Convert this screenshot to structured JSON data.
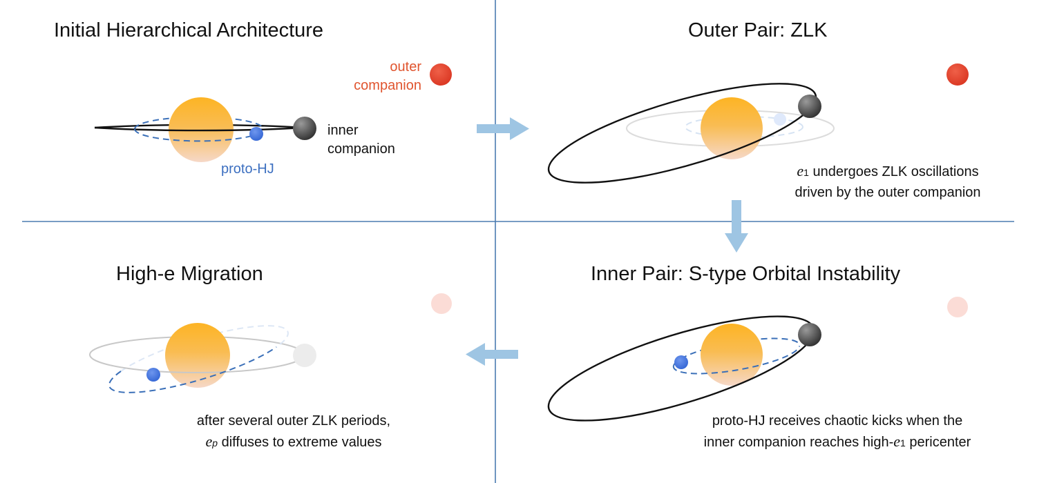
{
  "panels": {
    "top_left": {
      "title": "Initial Hierarchical Architecture"
    },
    "top_right": {
      "title": "Outer Pair: ZLK"
    },
    "bottom_right": {
      "title": "Inner Pair: S-type Orbital Instability"
    },
    "bottom_left": {
      "title": "High-e Migration"
    }
  },
  "labels": {
    "outer_companion_line1": "outer",
    "outer_companion_line2": "companion",
    "inner_companion_line1": "inner",
    "inner_companion_line2": "companion",
    "proto_hj": "proto-HJ"
  },
  "captions": {
    "zlk": {
      "var": "e",
      "sub": "1",
      "line1_rest": " undergoes ZLK oscillations",
      "line2": "driven by the outer companion"
    },
    "instability": {
      "line1": "proto-HJ receives chaotic kicks when the",
      "line2_pre": "inner companion reaches high-",
      "var": "e",
      "sub": "1",
      "line2_post": " pericenter"
    },
    "migration": {
      "line1": "after several outer ZLK periods,",
      "var": "e",
      "sub": "p",
      "line2_rest": " diffuses to extreme values"
    }
  },
  "colors": {
    "outer_companion": "#e0402c",
    "proto_hj": "#3a6fd6",
    "proto_hj_label": "#3c6fc0",
    "outer_label": "#e0542e",
    "star_top": "#fdb424",
    "star_bottom": "#f6d4c0",
    "divider": "#4a7bb0",
    "arrow": "#9ec5e3"
  }
}
